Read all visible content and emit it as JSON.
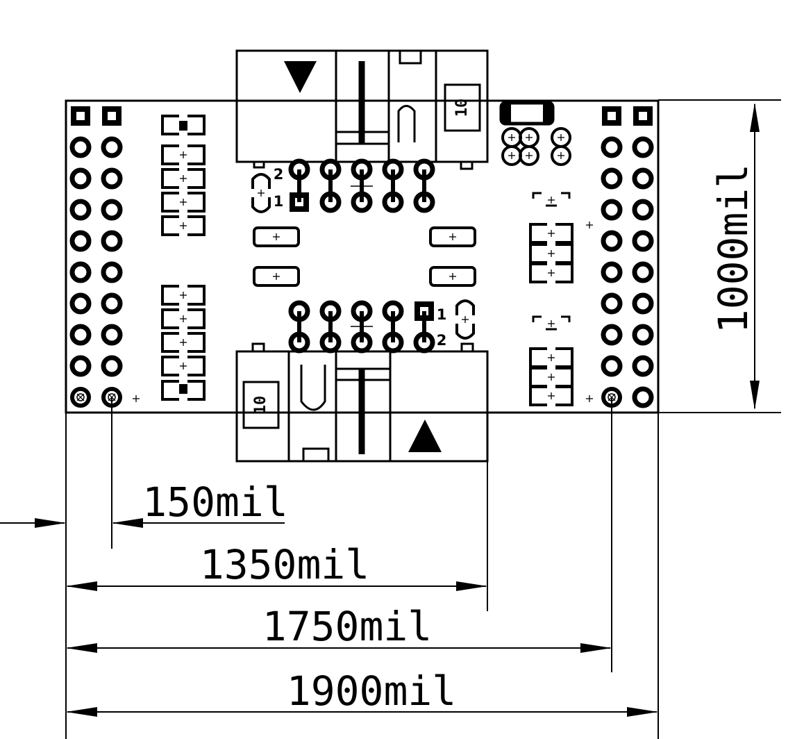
{
  "colors": {
    "ink": "#000000",
    "paper": "#ffffff"
  },
  "dimensions": {
    "d150": "150mil",
    "d1350": "1350mil",
    "d1750": "1750mil",
    "d1900": "1900mil",
    "d1000": "1000mil"
  },
  "connectors": {
    "top": {
      "label": "10"
    },
    "bottom": {
      "label": "10"
    }
  },
  "pin_labels": {
    "top_pin2": "2",
    "top_pin1": "1",
    "bottom_pin1": "1",
    "bottom_pin2": "2"
  },
  "icons": {
    "arrow_down": "triangle-down-icon",
    "arrow_up": "triangle-up-icon"
  }
}
